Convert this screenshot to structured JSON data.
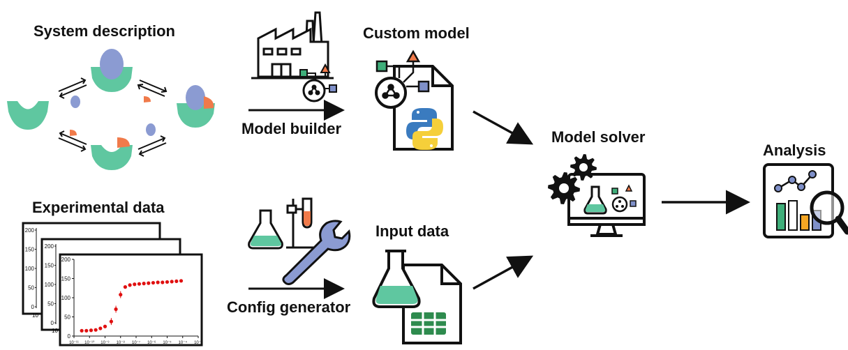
{
  "labels": {
    "system_description": "System description",
    "experimental_data": "Experimental data",
    "custom_model": "Custom model",
    "input_data": "Input data",
    "model_solver": "Model solver",
    "analysis": "Analysis",
    "model_builder": "Model builder",
    "config_generator": "Config generator"
  },
  "colors": {
    "receptor": "#5fc7a0",
    "ligand_blue": "#8b9bd2",
    "ligand_orange": "#f07a4a",
    "stroke": "#111111",
    "flask_liquid": "#5fc7a0",
    "spreadsheet": "#2e8b4e",
    "python_blue": "#3a7bbf",
    "python_yellow": "#f5cf3a",
    "node_green": "#3fae7a",
    "node_blue": "#7f90c9",
    "node_orange": "#f07a4a",
    "dot_red": "#e01010"
  },
  "icons": {
    "factory": "factory-icon",
    "wrench_lab": "lab-wrench-icon",
    "python_doc": "python-document-icon",
    "spreadsheet_doc": "spreadsheet-document-icon",
    "monitor_gears": "monitor-gears-icon",
    "analysis_chart": "analysis-magnifier-icon"
  },
  "plot": {
    "y_ticks": [
      "0",
      "50",
      "100",
      "150",
      "200"
    ],
    "x_ticks": [
      "10⁻¹¹",
      "10⁻¹⁰",
      "10⁻⁹",
      "10⁻⁸",
      "10⁻⁷",
      "10⁻⁶",
      "10⁻⁵",
      "10⁻⁴",
      "10⁻³"
    ],
    "back_y_ticks": [
      "0",
      "50",
      "100",
      "150",
      "200"
    ],
    "back_x_tick": "10⁻¹",
    "points": [
      {
        "logx": -10.5,
        "y": 14
      },
      {
        "logx": -10.2,
        "y": 14
      },
      {
        "logx": -9.9,
        "y": 15
      },
      {
        "logx": -9.6,
        "y": 16
      },
      {
        "logx": -9.3,
        "y": 20
      },
      {
        "logx": -9.0,
        "y": 25
      },
      {
        "logx": -8.6,
        "y": 38
      },
      {
        "logx": -8.3,
        "y": 70
      },
      {
        "logx": -8.0,
        "y": 108
      },
      {
        "logx": -7.7,
        "y": 128
      },
      {
        "logx": -7.4,
        "y": 133
      },
      {
        "logx": -7.1,
        "y": 135
      },
      {
        "logx": -6.8,
        "y": 136
      },
      {
        "logx": -6.5,
        "y": 137
      },
      {
        "logx": -6.2,
        "y": 138
      },
      {
        "logx": -5.9,
        "y": 139
      },
      {
        "logx": -5.6,
        "y": 140
      },
      {
        "logx": -5.3,
        "y": 140
      },
      {
        "logx": -5.0,
        "y": 141
      },
      {
        "logx": -4.7,
        "y": 142
      },
      {
        "logx": -4.4,
        "y": 143
      },
      {
        "logx": -4.1,
        "y": 144
      }
    ]
  }
}
